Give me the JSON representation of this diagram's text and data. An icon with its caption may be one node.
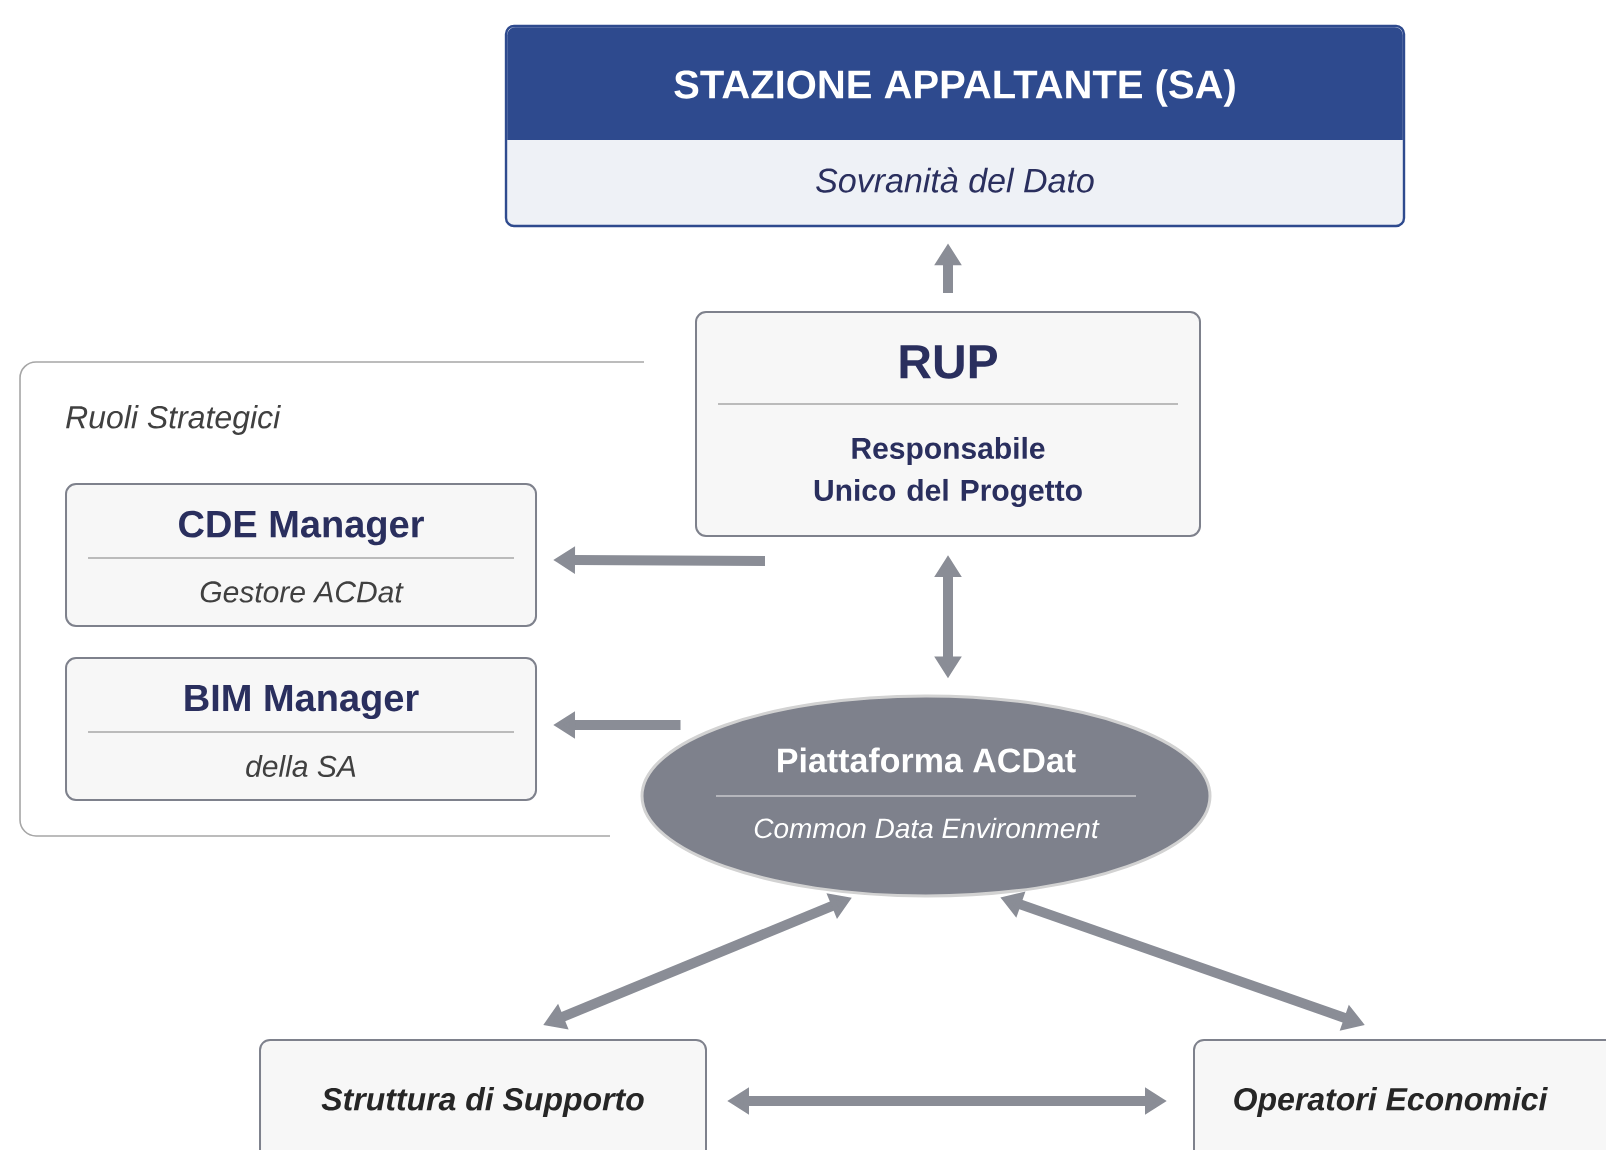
{
  "diagram": {
    "nodes": [
      {
        "text": [
          "STAZIONE APPALTANTE (SA)",
          "Sovranità del Dato"
        ]
      },
      {
        "text": [
          "RUP",
          "Responsabile Unico del Progetto"
        ]
      },
      {
        "text": [
          "Ruoli Strategici"
        ]
      },
      {
        "text": [
          "CDE Manager",
          "Gestore ACDat"
        ],
        "in": 2
      },
      {
        "text": [
          "BIM Manager",
          "della SA"
        ],
        "in": 2
      },
      {
        "text": [
          "Piattaforma ACDat",
          "Common Data Environment"
        ]
      },
      {
        "text": [
          "Struttura di Supporto"
        ]
      },
      {
        "text": [
          "Operatori Economici"
        ]
      }
    ],
    "edges": [
      {
        "from": 1,
        "to": 0,
        "arrow": "to"
      },
      {
        "from": 1,
        "to": 3,
        "arrow": "to"
      },
      {
        "from": 5,
        "to": 4,
        "arrow": "to"
      },
      {
        "from": 1,
        "to": 5,
        "arrow": "both"
      },
      {
        "from": 5,
        "to": 6,
        "arrow": "both"
      },
      {
        "from": 5,
        "to": 7,
        "arrow": "both"
      },
      {
        "from": 6,
        "to": 7,
        "arrow": "both"
      }
    ]
  }
}
